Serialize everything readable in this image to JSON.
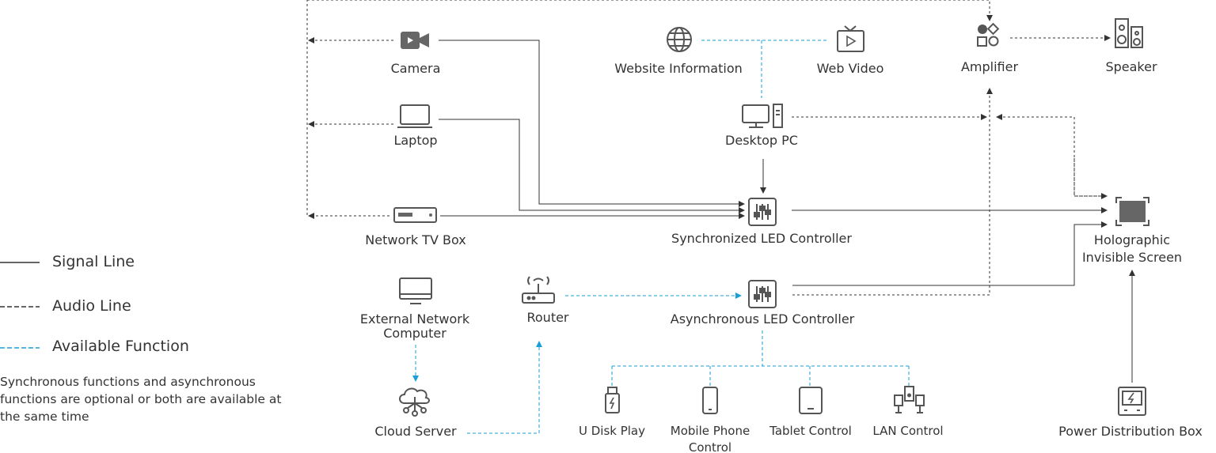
{
  "nodes": {
    "camera": "Camera",
    "laptop": "Laptop",
    "network_tv_box": "Network TV Box",
    "website_information": "Website Information",
    "web_video": "Web Video",
    "desktop_pc": "Desktop PC",
    "amplifier": "Amplifier",
    "speaker": "Speaker",
    "sync_controller": "Synchronized LED Controller",
    "async_controller": "Asynchronous LED Controller",
    "holographic_line1": "Holographic",
    "holographic_line2": "Invisible Screen",
    "external_line1": "External Network",
    "external_line2": "Computer",
    "router": "Router",
    "cloud_server": "Cloud Server",
    "u_disk_play": "U Disk Play",
    "mobile_line1": "Mobile Phone",
    "mobile_line2": "Control",
    "tablet_control": "Tablet Control",
    "lan_control": "LAN Control",
    "power_distribution_box": "Power Distribution Box"
  },
  "legend": {
    "signal_line": "Signal Line",
    "audio_line": "Audio Line",
    "available_function": "Available Function"
  },
  "note": "Synchronous functions and asynchronous functions are optional or both are available at the same time",
  "colors": {
    "line": "#333333",
    "function_blue": "#1a9fd8",
    "icon": "#555555"
  }
}
